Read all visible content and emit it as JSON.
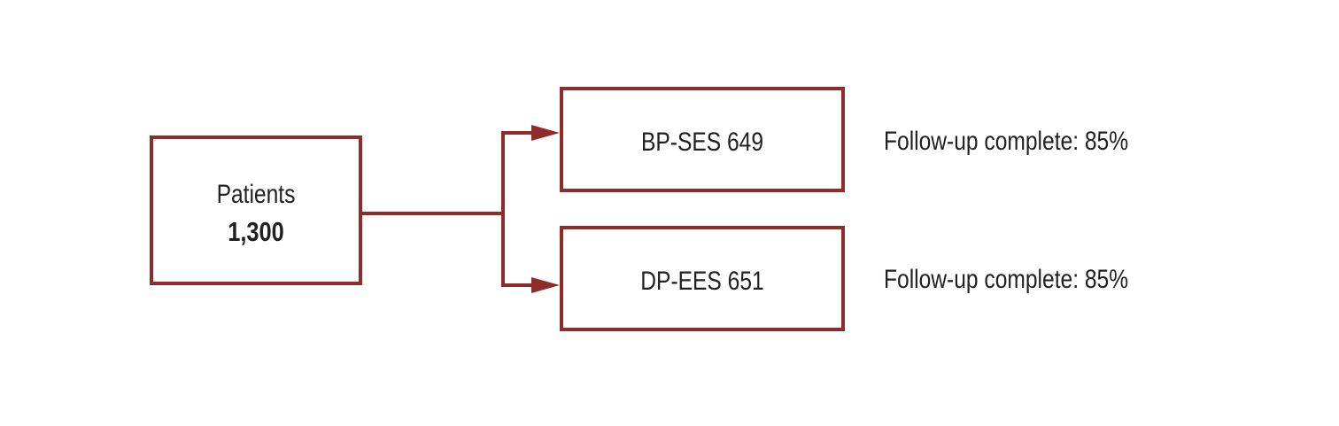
{
  "colors": {
    "accent": "#8f2b2b",
    "text": "#231f20"
  },
  "source": {
    "label": "Patients",
    "count": "1,300"
  },
  "arms": [
    {
      "label": "BP-SES 649",
      "followup": "Follow-up complete: 85%"
    },
    {
      "label": "DP-EES 651",
      "followup": "Follow-up complete: 85%"
    }
  ]
}
